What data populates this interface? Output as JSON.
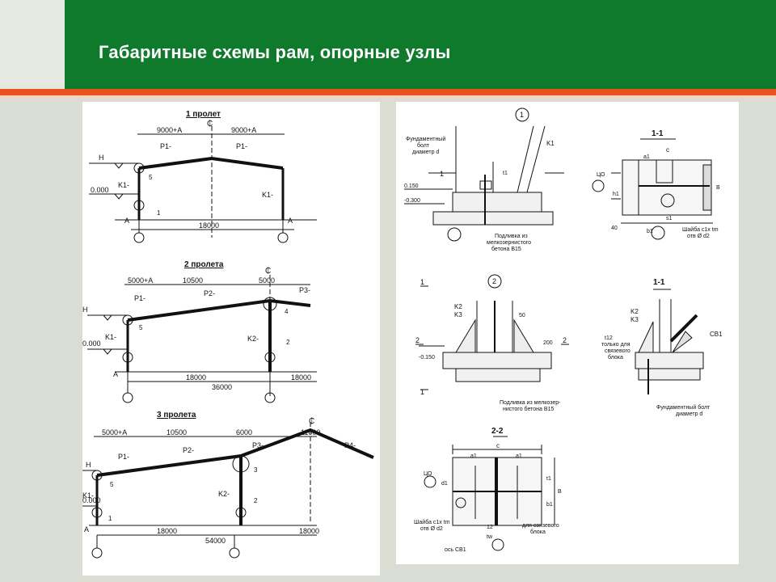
{
  "page": {
    "title": "Габаритные схемы рам, опорные узлы"
  },
  "colors": {
    "header": "#0f7a2c",
    "accent": "#e8521e",
    "background": "#d9ddd3"
  },
  "frames": {
    "span1": {
      "heading": "1 пролет",
      "axis": "₵",
      "dims": [
        "9000+A",
        "9000+A",
        "18000"
      ],
      "labels": [
        "P1-",
        "P1-",
        "K1-",
        "K1-",
        "H",
        "0.000",
        "5",
        "1",
        "A",
        "A"
      ]
    },
    "span2": {
      "heading": "2 пролета",
      "axis": "₵",
      "dims": [
        "5000+A",
        "10500",
        "5000",
        "18000",
        "18000",
        "36000"
      ],
      "labels": [
        "P1-",
        "P2-",
        "P3-",
        "K1-",
        "K2-",
        "H",
        "0.000",
        "5",
        "4",
        "2",
        "A"
      ]
    },
    "span3": {
      "heading": "3 пролета",
      "axis": "₵",
      "dims": [
        "5000+A",
        "10500",
        "6000",
        "11000",
        "18000",
        "18000",
        "54000"
      ],
      "labels": [
        "P1-",
        "P2-",
        "P3-",
        "P4-",
        "K1-",
        "K2-",
        "H",
        "0.000",
        "5",
        "3",
        "2",
        "1",
        "A"
      ]
    }
  },
  "nodes": {
    "node1": {
      "num": "1",
      "labels": [
        "Фундаментный",
        "болт",
        "диаметр d",
        "K1",
        "1",
        "0.150",
        "-0.300",
        "t1",
        "Подливка из",
        "мелкозернистого",
        "бетона B15"
      ]
    },
    "sec11a": {
      "heading": "1-1",
      "labels": [
        "c",
        "a1",
        "s1",
        "40",
        "ЦО",
        "Шайба с1x tm",
        "отв Ø d2",
        "b1",
        "B",
        "h1"
      ]
    },
    "node2": {
      "num": "2",
      "labels": [
        "K2",
        "K3",
        "1",
        "2",
        "2",
        "1",
        "-0.150",
        "50",
        "200",
        "Подливка из мелкозер-",
        "нистого бетона B15"
      ]
    },
    "sec11b": {
      "heading": "1-1",
      "labels": [
        "K2",
        "K3",
        "t12",
        "только для",
        "связевого",
        "блока",
        "CB1",
        "Фундаментный болт",
        "диаметр d"
      ]
    },
    "sec22": {
      "heading": "2-2",
      "labels": [
        "c",
        "a1",
        "a1",
        "ЦО",
        "d1",
        "Шайба c1x tm",
        "отв Ø d2",
        "для связевого",
        "блока",
        "ось CB1",
        "12",
        "tw",
        "B",
        "t1",
        "b1"
      ]
    }
  }
}
